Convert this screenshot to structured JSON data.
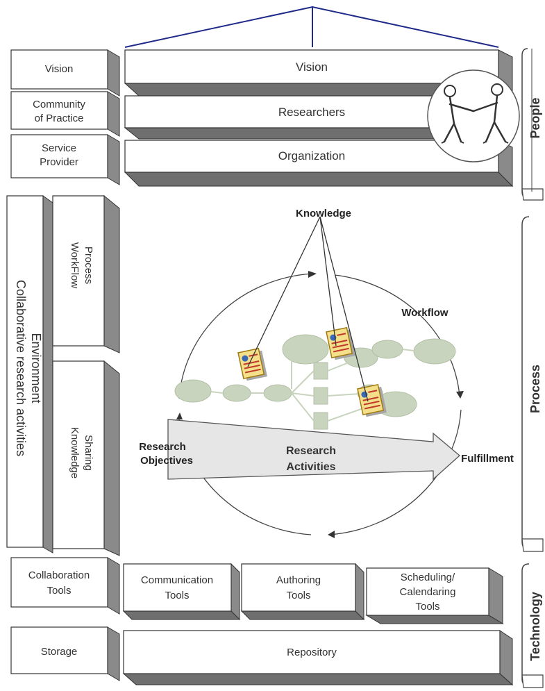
{
  "people": {
    "label": "People",
    "rows": [
      {
        "left": [
          "Vision"
        ],
        "main": "Vision"
      },
      {
        "left": [
          "Community",
          "of Practice"
        ],
        "main": "Researchers"
      },
      {
        "left": [
          "Service",
          "Provider"
        ],
        "main": "Organization"
      }
    ]
  },
  "process": {
    "label": "Process",
    "vertical_outer": [
      "Collaborative research activities",
      "Environment"
    ],
    "vertical_top": [
      "WorkFlow",
      "Process"
    ],
    "vertical_bottom": [
      "Knowledge",
      "Sharing"
    ],
    "knowledge": "Knowledge",
    "workflow": "Workflow",
    "research_objectives": [
      "Research",
      "Objectives"
    ],
    "research_activities": [
      "Research",
      "Activities"
    ],
    "fulfillment": "Fulfillment"
  },
  "technology": {
    "label": "Technology",
    "collab_tools": [
      "Collaboration",
      "Tools"
    ],
    "tools": [
      [
        "Communication",
        "Tools"
      ],
      [
        "Authoring",
        "Tools"
      ],
      [
        "Scheduling/",
        "Calendaring",
        "Tools"
      ]
    ],
    "storage": "Storage",
    "repository": "Repository"
  },
  "colors": {
    "roof_line": "#1f2a8a",
    "box_shadow": "#8a8a8a",
    "workflow_node": "#c8d4bd",
    "arrow_fill": "#e6e6e6"
  },
  "icons": [
    "people-handshake-icon",
    "document-icon"
  ]
}
